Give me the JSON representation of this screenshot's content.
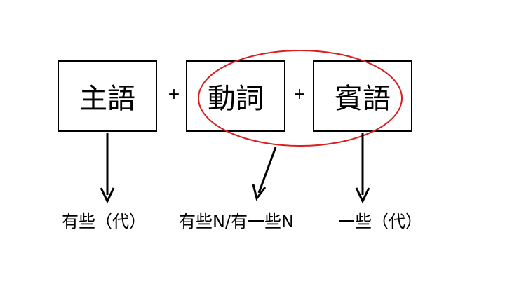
{
  "boxes": {
    "subject": "主語",
    "verb": "動詞",
    "object": "賓語"
  },
  "operators": {
    "plus1": "+",
    "plus2": "+"
  },
  "labels": {
    "subject": "有些（代）",
    "verb": "有些N/有一些N",
    "object": "一些（代）"
  },
  "colors": {
    "box_border": "#000000",
    "highlight_ellipse": "#d81e1e",
    "arrow": "#000000",
    "text": "#000000"
  }
}
